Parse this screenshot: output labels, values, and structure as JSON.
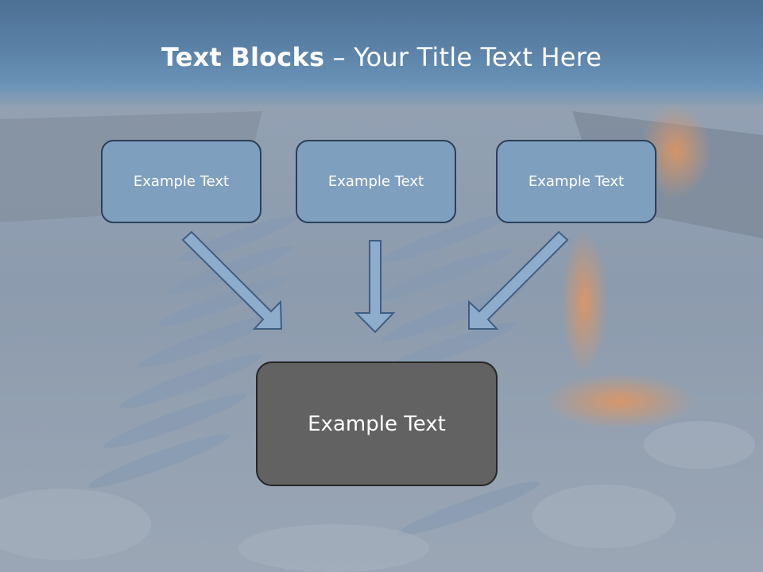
{
  "title": {
    "bold": "Text Blocks",
    "dash": " – ",
    "rest": "Your Title Text Here"
  },
  "blocks": [
    {
      "label": "Example Text"
    },
    {
      "label": "Example Text"
    },
    {
      "label": "Example Text"
    }
  ],
  "result": {
    "label": "Example Text"
  },
  "colors": {
    "title_bar": "#5b81a6",
    "block_fill": "#7f9fbf",
    "block_border": "#2a3f58",
    "result_fill": "#626262",
    "arrow_fill": "#8eaccb",
    "arrow_stroke": "#3e5f82"
  }
}
